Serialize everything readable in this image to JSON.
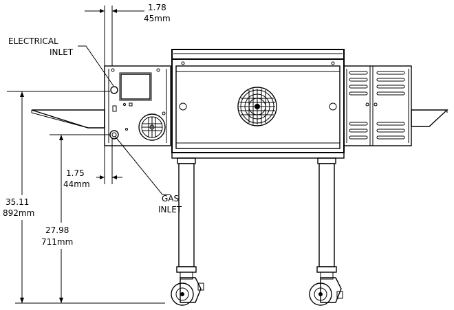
{
  "labels": {
    "electrical_inlet_line1": "ELECTRICAL",
    "electrical_inlet_line2": "INLET",
    "gas_inlet_line1": "GAS",
    "gas_inlet_line2": "INLET"
  },
  "dimensions": {
    "top_offset_in": "1.78",
    "top_offset_mm": "45mm",
    "bottom_offset_in": "1.75",
    "bottom_offset_mm": "44mm",
    "total_height_in": "35.11",
    "total_height_mm": "892mm",
    "inlet_height_in": "27.98",
    "inlet_height_mm": "711mm"
  },
  "colors": {
    "line": "#000000",
    "background": "#ffffff"
  }
}
